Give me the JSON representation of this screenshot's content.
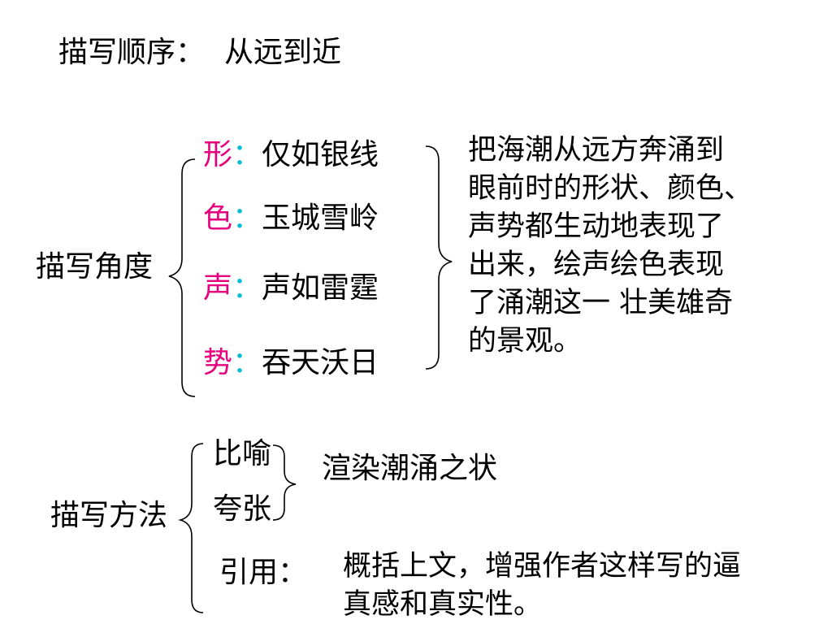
{
  "order": {
    "label": "描写顺序：",
    "value": "从远到近"
  },
  "angles": {
    "heading": "描写角度",
    "items": [
      {
        "key": "形",
        "colon": "：",
        "value": "仅如银线"
      },
      {
        "key": "色",
        "colon": "：",
        "value": "玉城雪岭"
      },
      {
        "key": "声",
        "colon": "：",
        "value": "声如雷霆"
      },
      {
        "key": "势",
        "colon": "：",
        "value": "吞天沃日"
      }
    ],
    "summary_lines": [
      "把海潮从远方奔涌到",
      "眼前时的形状、颜色、",
      "声势都生动地表现了",
      "出来，绘声绘色表现",
      "了涌潮这一 壮美雄奇",
      "的景观。"
    ]
  },
  "methods": {
    "heading": "描写方法",
    "figurative": [
      "比喻",
      "夸张"
    ],
    "figurative_effect": "渲染潮涌之状",
    "quote_label": "引用：",
    "quote_effect_lines": [
      "概括上文，增强作者这样写的逼",
      "真感和真实性。"
    ]
  },
  "colors": {
    "key_label": "#e6007e",
    "colon": "#00bcd4",
    "text": "#000000"
  }
}
